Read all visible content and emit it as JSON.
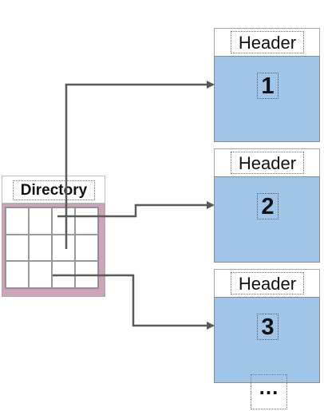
{
  "directory": {
    "title": "Directory",
    "rows": 3,
    "cols": 4
  },
  "buckets": [
    {
      "header": "Header",
      "label": "1"
    },
    {
      "header": "Header",
      "label": "2"
    },
    {
      "header": "Header",
      "label": "3"
    }
  ],
  "ellipsis": "...",
  "colors": {
    "directory_body": "#cfa3bb",
    "bucket_body": "#9fc5e8",
    "arrow": "#595959"
  }
}
